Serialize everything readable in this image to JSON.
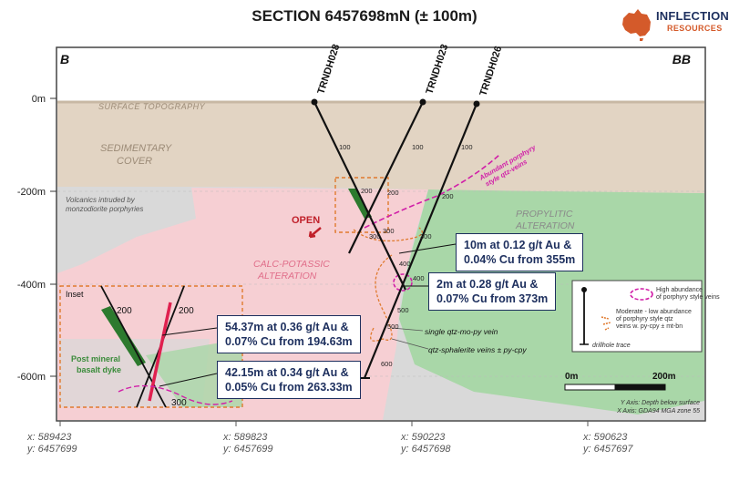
{
  "title": "SECTION 6457698mN (± 100m)",
  "logo": {
    "line1": "INFLECTION",
    "line2": "RESOURCES"
  },
  "corner_left": "B",
  "corner_right": "BB",
  "depth_labels": [
    "0m",
    "-200m",
    "-400m",
    "-600m"
  ],
  "units": {
    "surface": "SURFACE TOPOGRAPHY",
    "sed1": "SEDIMENTARY",
    "sed2": "COVER",
    "volc1": "Volcanics intruded by",
    "volc2": "monzodiorite porphyries",
    "calc1": "CALC-POTASSIC",
    "calc2": "ALTERATION",
    "prop1": "PROPYLITIC",
    "prop2": "ALTERATION",
    "open": "OPEN",
    "veins1": "Abundant porphyry",
    "veins2": "style qtz-veins"
  },
  "drillholes": [
    "TRNDH028",
    "TRNDH023",
    "TRNDH026"
  ],
  "depth_ticks": [
    "100",
    "200",
    "300",
    "400",
    "500",
    "600"
  ],
  "vein_notes": {
    "single": "single qtz-mo-py vein",
    "sphal": "qtz-sphalerite veins ± py-cpy"
  },
  "callouts": [
    {
      "line1": "10m at 0.12 g/t Au &",
      "line2": "0.04% Cu from 355m"
    },
    {
      "line1": "2m at 0.28 g/t Au &",
      "line2": "0.07% Cu from 373m"
    },
    {
      "line1": "54.37m at 0.36 g/t Au &",
      "line2": "0.07% Cu from 194.63m"
    },
    {
      "line1": "42.15m at 0.34 g/t Au &",
      "line2": "0.05% Cu from 263.33m"
    }
  ],
  "inset": {
    "label": "Inset",
    "dyke1": "Post mineral",
    "dyke2": "basalt dyke",
    "tick200a": "200",
    "tick200b": "200",
    "tick300": "300"
  },
  "legend": {
    "high1": "High abundance",
    "high2": "of porphyry style veins",
    "mod1": "Moderate - low abundance",
    "mod2": "of porphyry style qtz",
    "mod3": "veins w. py-cpy ± mt-bn",
    "trace": "drillhole trace"
  },
  "scale": {
    "start": "0m",
    "end": "200m"
  },
  "axis_notes": {
    "y": "Y Axis: Depth below surface",
    "x": "X Axis: GDA94 MGA zone 55"
  },
  "coords": [
    {
      "x": "x: 589423",
      "y": "y: 6457699"
    },
    {
      "x": "x: 589823",
      "y": "y: 6457699"
    },
    {
      "x": "x: 590223",
      "y": "y: 6457698"
    },
    {
      "x": "x: 590623",
      "y": "y: 6457697"
    }
  ],
  "colors": {
    "navy": "#1d2f5e",
    "calc_potassic": "#f6cfd3",
    "propylitic": "#a9d7a8",
    "volcanic": "#d9d9d9",
    "sediment": "#e2d4c3",
    "magenta": "#d11fa8",
    "orange": "#e07a2e"
  }
}
